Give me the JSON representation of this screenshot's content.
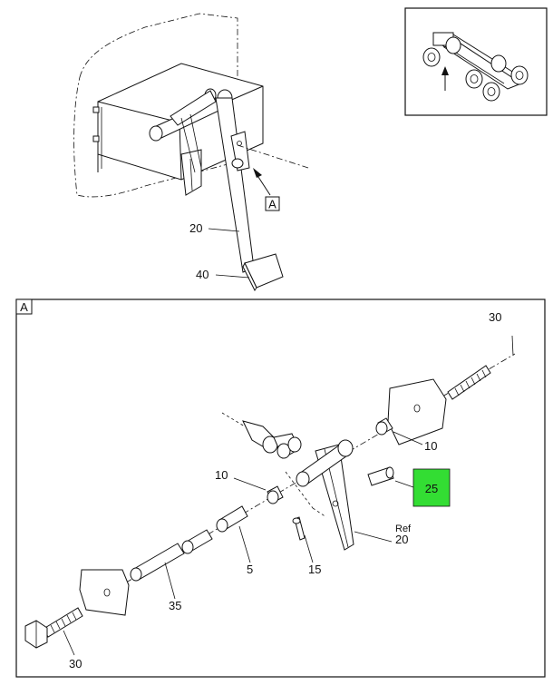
{
  "callouts": {
    "top_20": "20",
    "top_40": "40",
    "top_view_ref": "A",
    "detail_frame": "A",
    "d_30_top": "30",
    "d_10_right": "10",
    "d_25": "25",
    "d_10_left": "10",
    "d_ref": "Ref",
    "d_20": "20",
    "d_5": "5",
    "d_15": "15",
    "d_35": "35",
    "d_30_bottom": "30"
  },
  "colors": {
    "highlight": "#33dd33",
    "ink": "#111111",
    "background": "#ffffff"
  }
}
